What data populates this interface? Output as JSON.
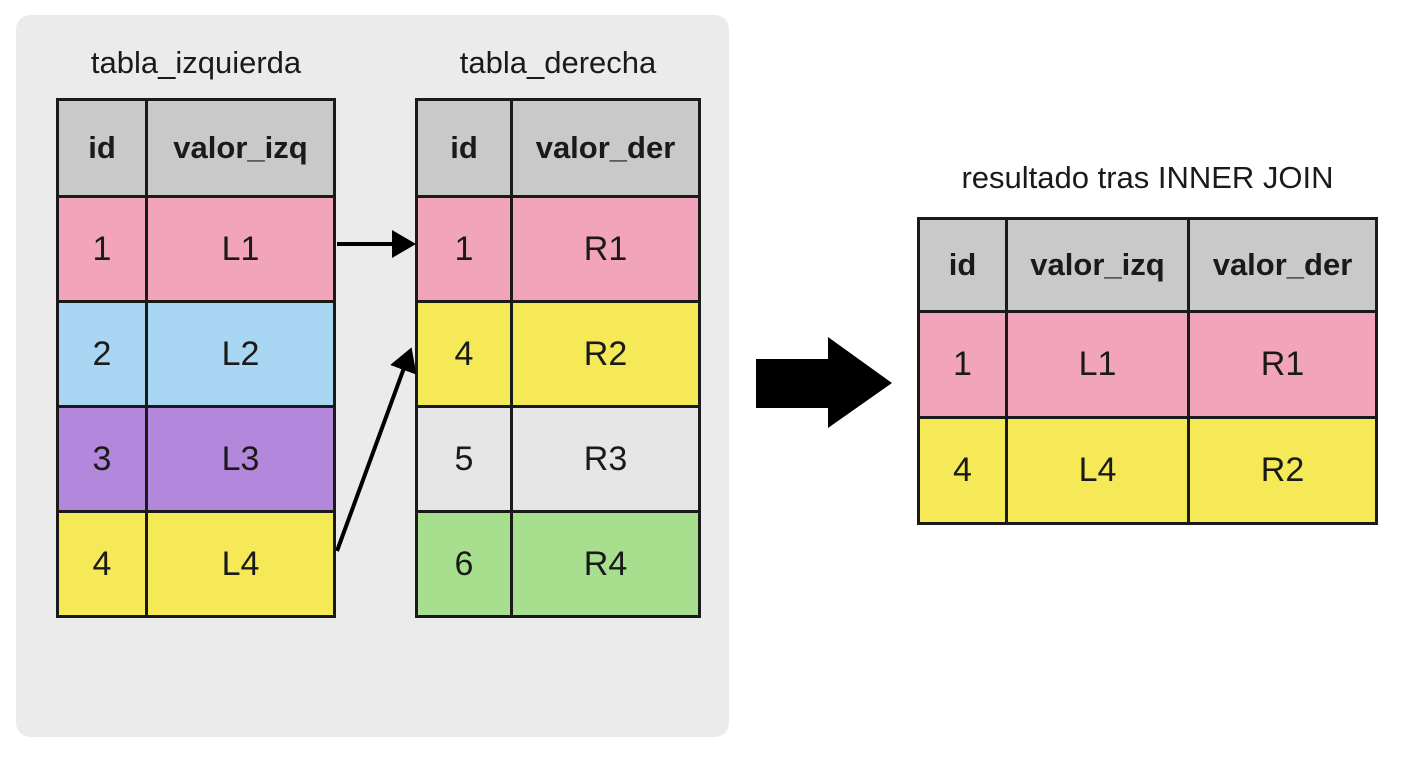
{
  "left_table": {
    "title": "tabla_izquierda",
    "headers": [
      "id",
      "valor_izq"
    ],
    "rows": [
      {
        "id": "1",
        "value": "L1",
        "color": "#f2a4ba"
      },
      {
        "id": "2",
        "value": "L2",
        "color": "#a9d6f2"
      },
      {
        "id": "3",
        "value": "L3",
        "color": "#b287dc"
      },
      {
        "id": "4",
        "value": "L4",
        "color": "#f6e958"
      }
    ]
  },
  "right_table": {
    "title": "tabla_derecha",
    "headers": [
      "id",
      "valor_der"
    ],
    "rows": [
      {
        "id": "1",
        "value": "R1",
        "color": "#f2a4ba"
      },
      {
        "id": "4",
        "value": "R2",
        "color": "#f6e958"
      },
      {
        "id": "5",
        "value": "R3",
        "color": "#e6e6e6"
      },
      {
        "id": "6",
        "value": "R4",
        "color": "#a8df8e"
      }
    ]
  },
  "result_table": {
    "title": "resultado tras INNER JOIN",
    "headers": [
      "id",
      "valor_izq",
      "valor_der"
    ],
    "rows": [
      {
        "id": "1",
        "valor_izq": "L1",
        "valor_der": "R1",
        "color": "#f2a4ba"
      },
      {
        "id": "4",
        "valor_izq": "L4",
        "valor_der": "R2",
        "color": "#f6e958"
      }
    ]
  },
  "colors": {
    "page_bg": "#ffffff",
    "panel_bg": "#ebebeb",
    "header_bg": "#c9c9c9",
    "table_border": "#1a1a1a",
    "text": "#1a1a1a",
    "arrow": "#000000"
  }
}
